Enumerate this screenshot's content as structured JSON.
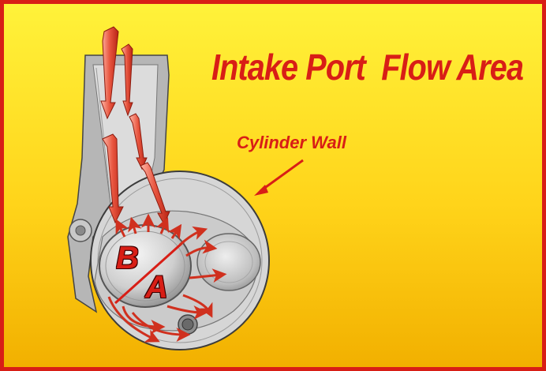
{
  "title": "Intake Port  Flow Area",
  "labels": {
    "cylinder_wall": "Cylinder Wall",
    "letter_b": "B",
    "letter_a": "A"
  },
  "colors": {
    "border": "#d81e16",
    "background_top": "#ffee2a",
    "background_bottom": "#f2b000",
    "text": "#d81e16",
    "arrow": "#f07060",
    "metal": "#c9c9c9"
  }
}
